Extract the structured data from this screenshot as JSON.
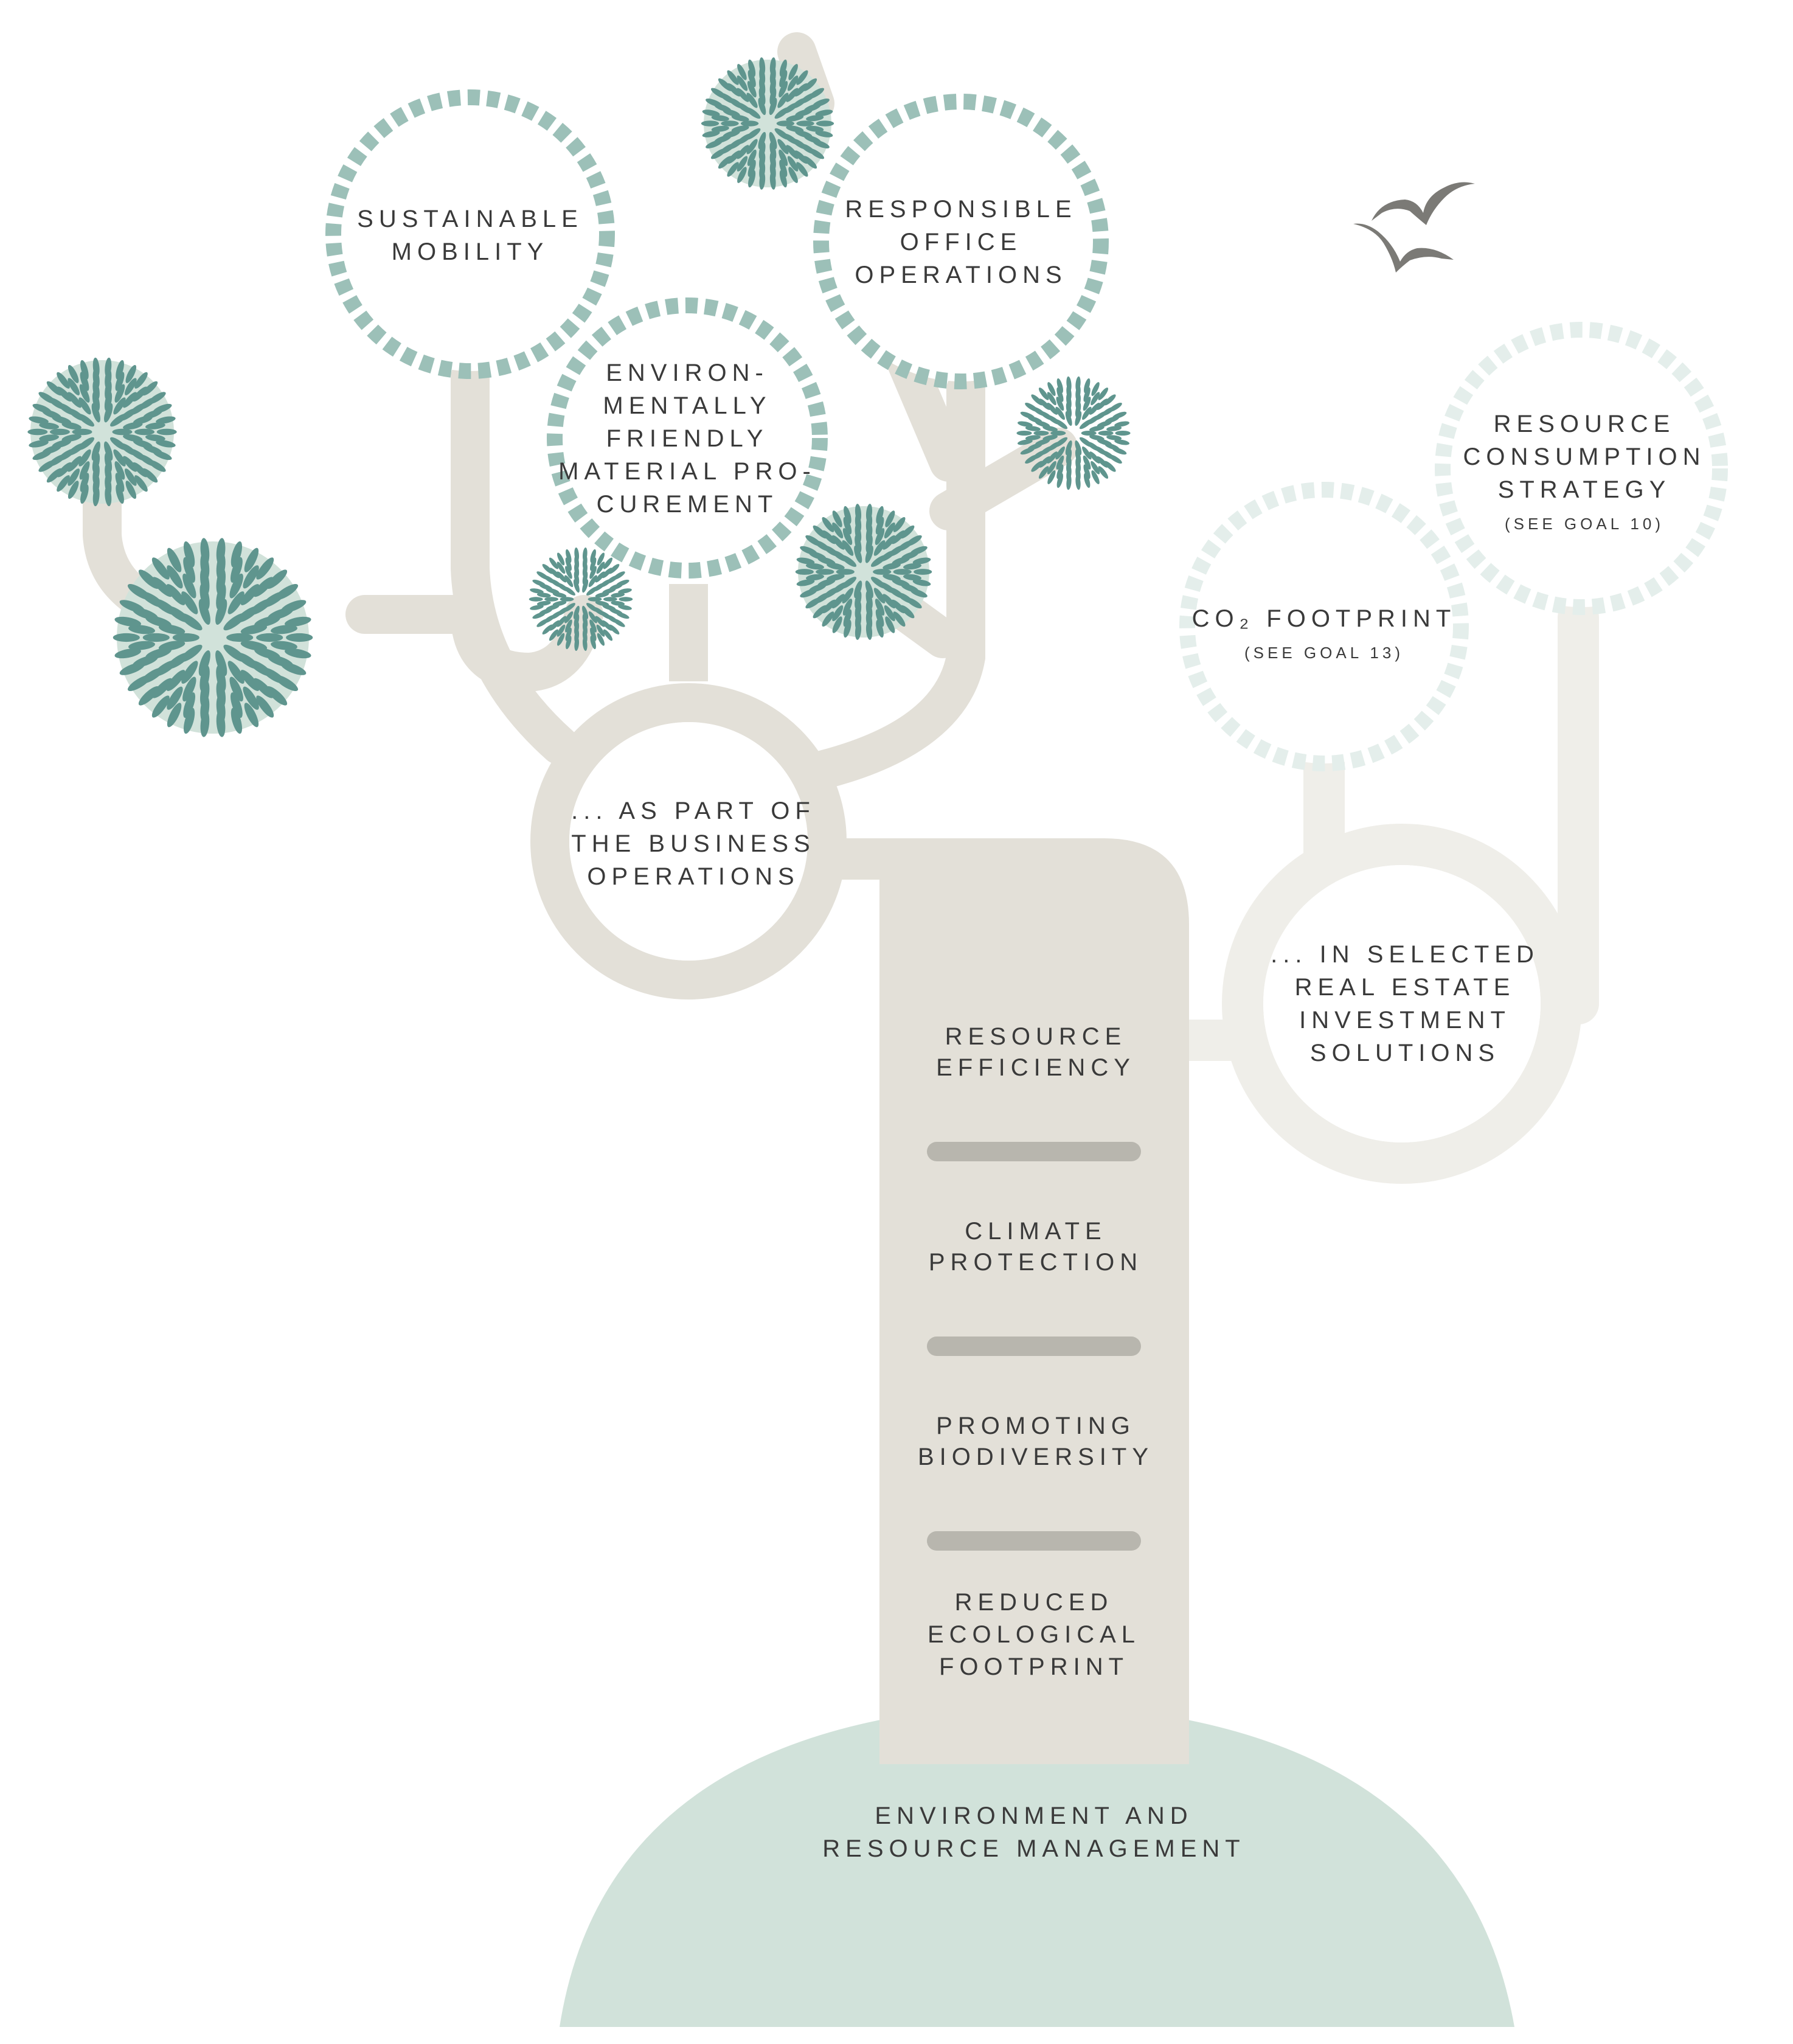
{
  "colors": {
    "teal": "#5f958e",
    "teal_light": "#9cc0b8",
    "teal_faint": "#e4eeeb",
    "mint_fill": "#d1e2da",
    "branch": "#e3e0d8",
    "branch_faint": "#efeee9",
    "bar": "#b8b6ae",
    "bird": "#7b7a76",
    "text": "#3a3a3a"
  },
  "labels": {
    "sustainable_mobility": [
      "SUSTAINABLE",
      "MOBILITY"
    ],
    "responsible_office": [
      "RESPONSIBLE",
      "OFFICE",
      "OPERATIONS"
    ],
    "material_procurement": [
      "ENVIRON-",
      "MENTALLY",
      "FRIENDLY",
      "MATERIAL PRO-",
      "CUREMENT"
    ],
    "resource_consumption": [
      "RESOURCE",
      "CONSUMPTION",
      "STRATEGY"
    ],
    "resource_consumption_note": "(SEE GOAL 10)",
    "co2_footprint": "CO₂ FOOTPRINT",
    "co2_footprint_note": "(SEE GOAL 13)",
    "business_operations": [
      "... AS PART OF",
      "THE BUSINESS",
      "OPERATIONS"
    ],
    "real_estate": [
      "... IN SELECTED",
      "REAL ESTATE",
      "INVESTMENT",
      "SOLUTIONS"
    ],
    "trunk": [
      [
        "RESOURCE",
        "EFFICIENCY"
      ],
      [
        "CLIMATE",
        "PROTECTION"
      ],
      [
        "PROMOTING",
        "BIODIVERSITY"
      ],
      [
        "REDUCED",
        "ECOLOGICAL",
        "FOOTPRINT"
      ]
    ],
    "ground": [
      "ENVIRONMENT AND",
      "RESOURCE MANAGEMENT"
    ]
  },
  "icons": [
    "bird-icon",
    "flower-icon"
  ]
}
